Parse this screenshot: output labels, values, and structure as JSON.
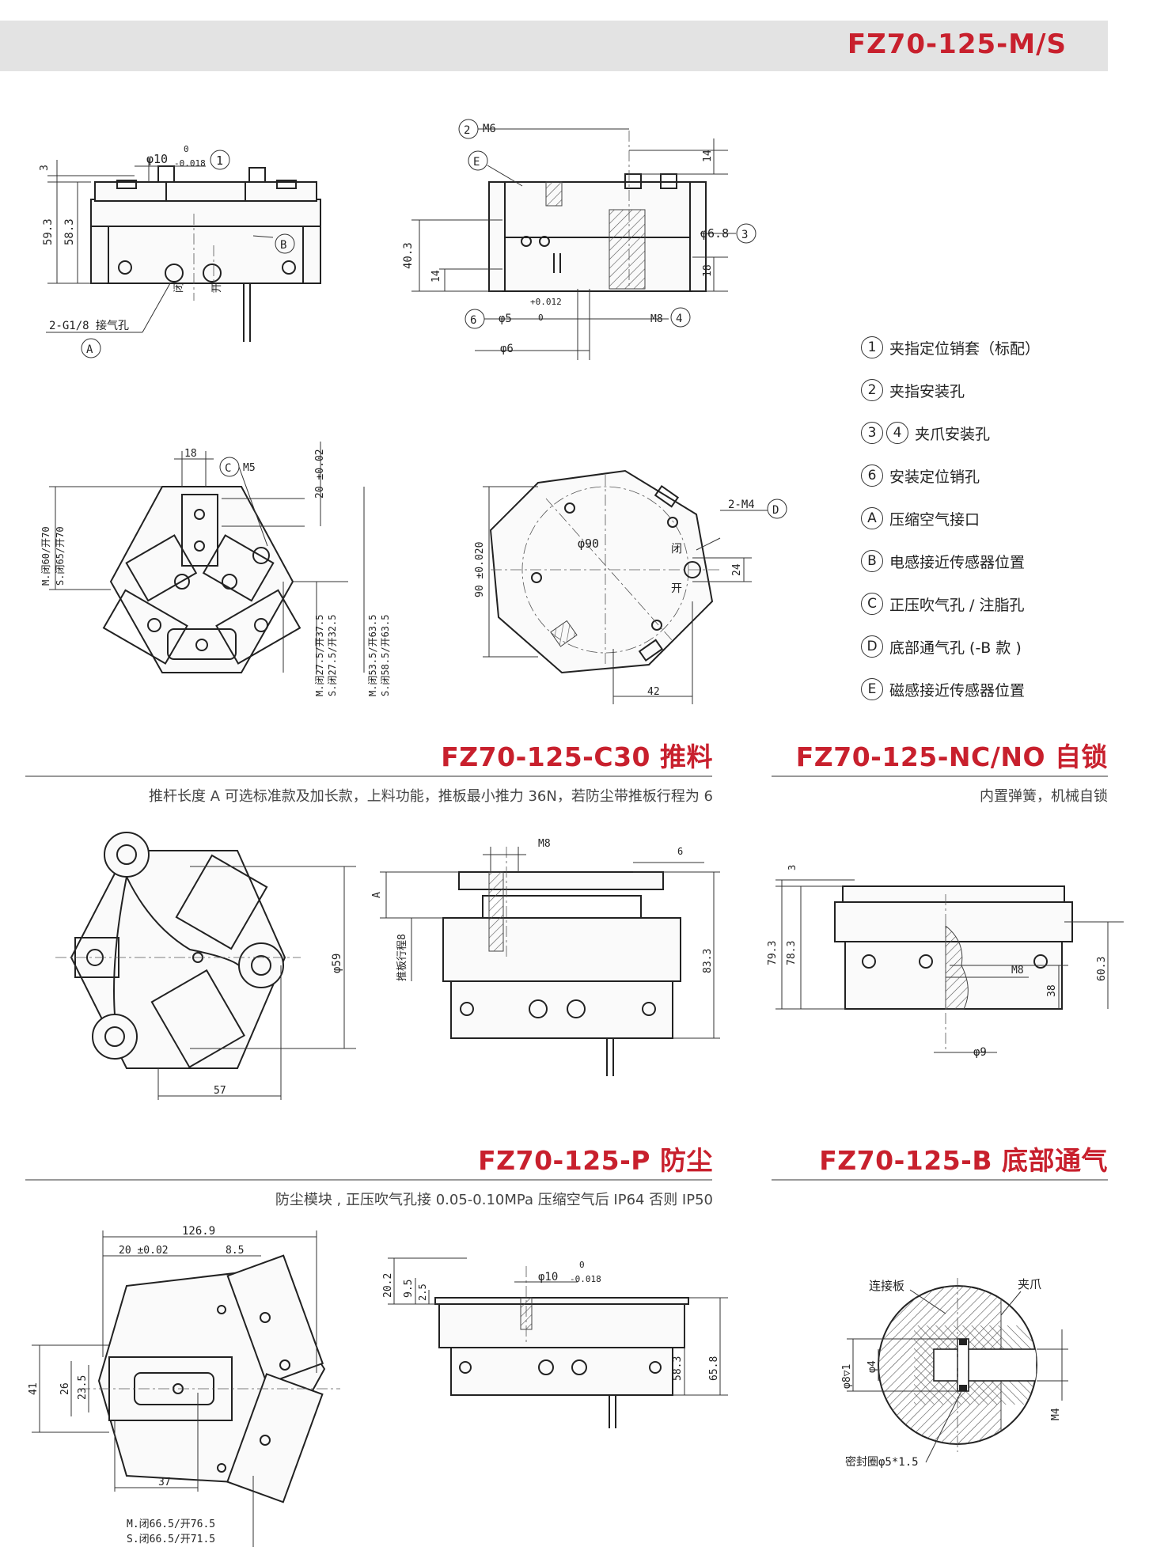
{
  "header": {
    "title": "FZ70-125-M/S"
  },
  "legend": [
    {
      "marks": [
        "1"
      ],
      "text": "夹指定位销套（标配）"
    },
    {
      "marks": [
        "2"
      ],
      "text": "夹指安装孔"
    },
    {
      "marks": [
        "3",
        "4"
      ],
      "text": "夹爪安装孔"
    },
    {
      "marks": [
        "6"
      ],
      "text": "安装定位销孔"
    },
    {
      "marks": [
        "A"
      ],
      "text": "压缩空气接口"
    },
    {
      "marks": [
        "B"
      ],
      "text": "电感接近传感器位置"
    },
    {
      "marks": [
        "C"
      ],
      "text": "正压吹气孔 / 注脂孔"
    },
    {
      "marks": [
        "D"
      ],
      "text": "底部通气孔 (-B 款 )"
    },
    {
      "marks": [
        "E"
      ],
      "text": "磁感接近传感器位置"
    }
  ],
  "sections": {
    "c30": {
      "title": "FZ70-125-C30 推料",
      "desc": "推杆长度 A 可选标准款及加长款，上料功能，推板最小推力 36N，若防尘带推板行程为 6"
    },
    "nc": {
      "title": "FZ70-125-NC/NO 自锁",
      "desc": "内置弹簧，机械自锁"
    },
    "p": {
      "title": "FZ70-125-P 防尘",
      "desc": "防尘模块 , 正压吹气孔接 0.05-0.10MPa 压缩空气后 IP64 否则 IP50"
    },
    "b": {
      "title": "FZ70-125-B 底部通气"
    }
  },
  "dims": {
    "front": {
      "d3": "3",
      "d593": "59.3",
      "d583": "58.3",
      "phi10": "φ10",
      "tol_up": "0",
      "tol_dn": "-0.018",
      "m1": "1",
      "mB": "B",
      "g18": "2-G1/8 接气孔",
      "mA": "A",
      "close": "闭",
      "open": "开"
    },
    "side": {
      "m2": "2",
      "m6": "M6",
      "mE": "E",
      "d14a": "14",
      "phi68": "φ6.8",
      "m3": "3",
      "d403": "40.3",
      "d14b": "14",
      "d18": "18",
      "m6c": "6",
      "phi5": "φ5",
      "tolA": "+0.012",
      "tolB": "0",
      "m8": "M8",
      "m4": "4",
      "phi6": "φ6"
    },
    "top": {
      "d18": "18",
      "mC": "C",
      "m5": "M5",
      "d20": "20 ±0.02",
      "mclose60": "M.闭60/开70",
      "sclose65": "S.闭65/开70",
      "d375": "M.闭27.5/开37.5",
      "d325": "S.闭27.5/开32.5",
      "d635": "M.闭53.5/开63.5",
      "d635s": "S.闭58.5/开63.5"
    },
    "bottom": {
      "phi90": "φ90",
      "m4x2": "2-M4",
      "mD": "D",
      "d90": "90 ±0.020",
      "close": "闭",
      "open": "开",
      "d24": "24",
      "d42": "42"
    },
    "c30top": {
      "phi59": "φ59",
      "d57": "57"
    },
    "c30side": {
      "m8": "M8",
      "d6": "6",
      "a": "A",
      "stroke": "推板行程8",
      "d833": "83.3"
    },
    "nc": {
      "d3": "3",
      "d793": "79.3",
      "d783": "78.3",
      "m8": "M8",
      "d38": "38",
      "d603": "60.3",
      "phi9": "φ9"
    },
    "ptop": {
      "d1269": "126.9",
      "d20": "20 ±0.02",
      "d85": "8.5",
      "d41": "41",
      "d26": "26",
      "d235": "23.5",
      "d37": "37",
      "mclose": "M.闭66.5/开76.5",
      "sclose": "S.闭66.5/开71.5"
    },
    "pside": {
      "d202": "20.2",
      "d95": "9.5",
      "d25": "2.5",
      "phi10": "φ10",
      "tol_up": "0",
      "tol_dn": "-0.018",
      "d583": "58.3",
      "d658": "65.8"
    },
    "bdetail": {
      "plate": "连接板",
      "jaw": "夹爪",
      "phi8": "φ8▽1",
      "phi4": "φ4",
      "m4": "M4",
      "seal": "密封圈φ5*1.5"
    }
  }
}
